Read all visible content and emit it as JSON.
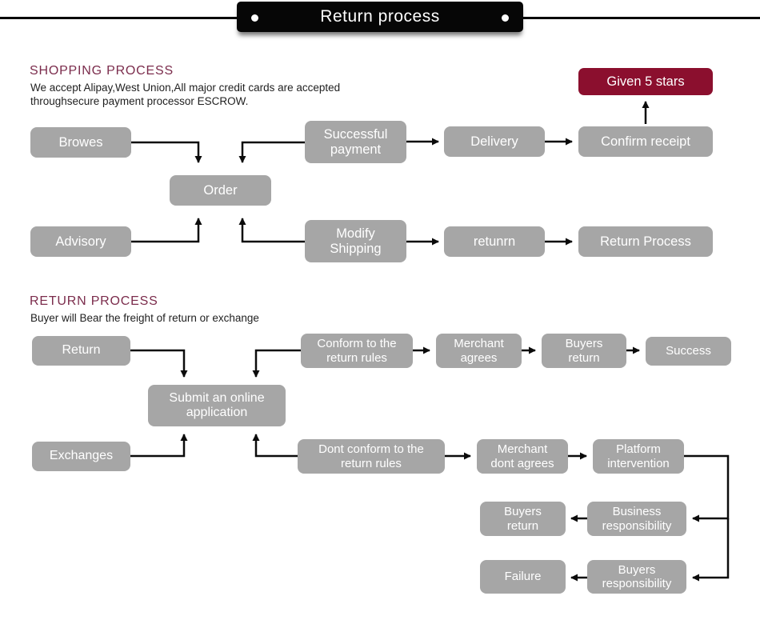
{
  "banner": {
    "title": "Return process"
  },
  "sections": {
    "shopping": {
      "heading": "SHOPPING PROCESS",
      "description": "We accept Alipay,West Union,All major credit cards are accepted\nthroughsecure payment processor ESCROW."
    },
    "returns": {
      "heading": "RETURN PROCESS",
      "description": "Buyer will Bear the freight of return or exchange"
    }
  },
  "colors": {
    "accent_box": "#8B0F2E",
    "gray_box": "#A6A6A6",
    "heading": "#7B2C4C",
    "wire": "#0B0B0B",
    "banner": "#060606"
  },
  "nodes": {
    "given_5_stars": "Given 5 stars",
    "browes": "Browes",
    "successful_payment": "Successful\npayment",
    "delivery": "Delivery",
    "confirm_receipt": "Confirm receipt",
    "order": "Order",
    "advisory": "Advisory",
    "modify_shipping": "Modify\nShipping",
    "retunrn": "retunrn",
    "return_process": "Return Process",
    "return_box": "Return",
    "conform_rules": "Conform to the\nreturn rules",
    "merchant_agrees": "Merchant\nagrees",
    "buyers_return_top": "Buyers\nreturn",
    "success": "Success",
    "submit_application": "Submit an online\napplication",
    "exchanges": "Exchanges",
    "dont_conform_rules": "Dont conform to the\nreturn rules",
    "merchant_dont_agrees": "Merchant\ndont agrees",
    "platform_intervention": "Platform\nintervention",
    "buyers_return_bottom": "Buyers\nreturn",
    "business_responsibility": "Business\nresponsibility",
    "failure": "Failure",
    "buyers_responsibility": "Buyers\nresponsibility"
  }
}
